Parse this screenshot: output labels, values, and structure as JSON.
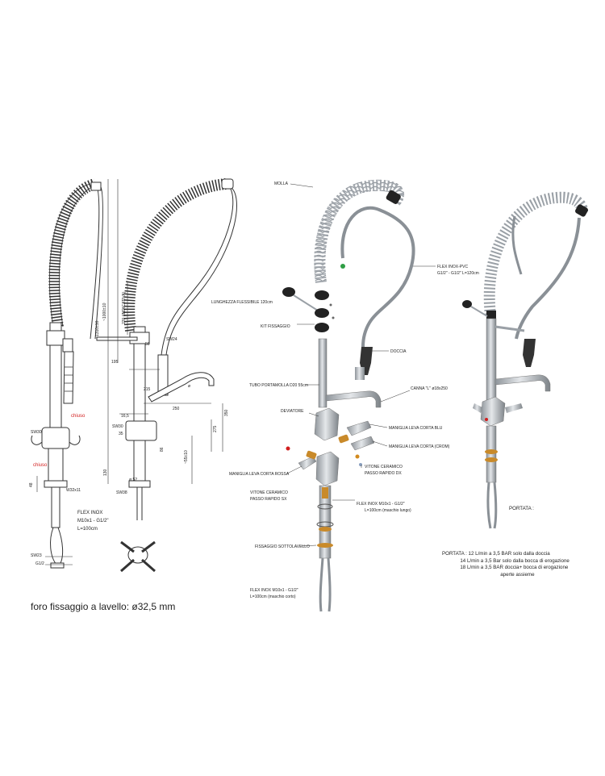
{
  "drawing": {
    "mounting_note": "foro fissaggio a lavello: ø32,5 mm",
    "left_view": {
      "chiuso_top": "chiuso",
      "chiuso_bottom": "chiuso",
      "sw30": "SW30",
      "sw23": "SW23",
      "w32": "W32x11",
      "g12": "G1/2",
      "dim_48": "48",
      "flex_line1": "FLEX INOX",
      "flex_line2": "M10x1 - G1/2\"",
      "flex_line3": "L=100cm"
    },
    "center_view": {
      "hose_length": "LUNGHEZZA FLESSIBILE 120cm",
      "dim_1310": "~1310±10",
      "dim_1000": "~1000±10",
      "dim_220": "220 (INDICATIVA)",
      "dim_195": "195",
      "dim_50": "50",
      "dim_215": "215",
      "dim_250": "250",
      "dim_165": "16,5",
      "dim_35": "35",
      "dim_275": "275",
      "dim_350": "350",
      "dim_55": "~55±10",
      "dim_130": "130",
      "dim_86": "86",
      "dim_52": "ø 52",
      "sw24": "SW24",
      "sw30": "SW30",
      "sw38": "SW38",
      "phi": "ø"
    },
    "exploded_labels": {
      "molla": "MOLLA",
      "kit": "KIT FISSAGGIO",
      "flex_pvc_1": "FLEX INOX-PVC",
      "flex_pvc_2": "G1/2\" - G1/2\" L=120cm",
      "doccia": "DOCCIA",
      "tubo": "TUBO PORTAMOLLA D20 55cm",
      "canna": "CANNA \"L\" ø18x250",
      "deviatore": "DEVIATORE",
      "maniglia_blu": "MANIGLIA LEVA CORTA BLU",
      "maniglia_crom": "MANIGLIA LEVA CORTA (CROM)",
      "maniglia_rossa": "MANIGLIA LEVA CORTA ROSSA",
      "vitone_dx_1": "VITONE CERAMICO",
      "vitone_dx_2": "PASSO RAPIDO DX",
      "vitone_sx_1": "VITONE CERAMICO",
      "vitone_sx_2": "PASSO RAPIDO SX",
      "flex_long_1": "FLEX INOX M10x1 - G1/2\"",
      "flex_long_2": "L=100cm (maschio lungo)",
      "fissaggio": "FISSAGGIO SOTTOLAVELLO",
      "flex_short_1": "FLEX INOX M10x1 - G1/2\"",
      "flex_short_2": "L=100cm (maschio corto)"
    },
    "portata": {
      "label": "PORTATA :",
      "line1": "PORTATA : 12 L/min a 3,5 BAR solo dalla doccia",
      "line2": "             14 L/min a 3,5 Bar solo dalla bocca di erogazione",
      "line3": "             18 L/min a 3,5 BAR doccia+ bocca di erogazione",
      "line4": "                                          aperte assieme"
    }
  },
  "colors": {
    "line": "#333333",
    "steel": "#b9bec4",
    "dark": "#222222",
    "red_label": "#d21e1e",
    "green_dot": "#2f9e44"
  }
}
